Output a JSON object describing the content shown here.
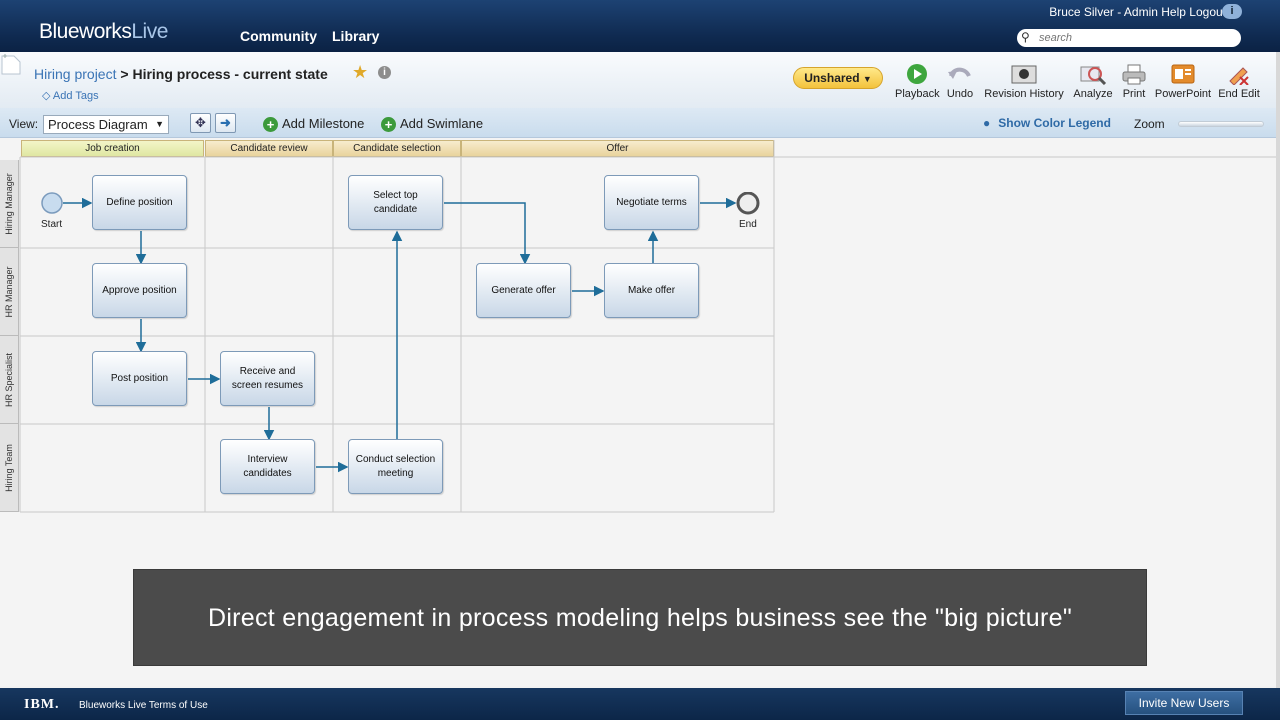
{
  "app": {
    "logo_main": "Blueworks",
    "logo_accent": "Live"
  },
  "topnav": {
    "community": "Community",
    "library": "Library"
  },
  "user": {
    "name": "Bruce Silver",
    "sep1": "-",
    "admin": "Admin",
    "help": "Help",
    "logout": "Logout"
  },
  "search": {
    "placeholder": "search"
  },
  "breadcrumb": {
    "project": "Hiring project",
    "sep": ">",
    "current": "Hiring process - current state"
  },
  "tags": {
    "label": "Add Tags"
  },
  "sharing": {
    "label": "Unshared"
  },
  "toolbar": [
    {
      "label": "Playback",
      "icon": "play-icon"
    },
    {
      "label": "Undo",
      "icon": "undo-icon"
    },
    {
      "label": "Revision History",
      "icon": "revision-history-icon"
    },
    {
      "label": "Analyze",
      "icon": "analyze-icon"
    },
    {
      "label": "Print",
      "icon": "print-icon"
    },
    {
      "label": "PowerPoint",
      "icon": "powerpoint-icon"
    },
    {
      "label": "End Edit",
      "icon": "end-edit-icon"
    }
  ],
  "viewbar": {
    "view_label": "View:",
    "view_value": "Process Diagram",
    "add_milestone": "Add Milestone",
    "add_swimlane": "Add Swimlane",
    "color_legend": "Show Color Legend",
    "zoom_label": "Zoom"
  },
  "diagram": {
    "milestones": [
      "Job creation",
      "Candidate review",
      "Candidate selection",
      "Offer"
    ],
    "lanes": [
      "Hiring Manager",
      "HR Manager",
      "HR Specialist",
      "Hiring Team"
    ],
    "tasks": [
      {
        "label": "Define position"
      },
      {
        "label": "Approve position"
      },
      {
        "label": "Post position"
      },
      {
        "label": "Receive and screen resumes"
      },
      {
        "label": "Interview candidates"
      },
      {
        "label": "Conduct selection meeting"
      },
      {
        "label": "Select top candidate"
      },
      {
        "label": "Generate offer"
      },
      {
        "label": "Make offer"
      },
      {
        "label": "Negotiate terms"
      }
    ],
    "start_label": "Start",
    "end_label": "End"
  },
  "caption": "Direct engagement in process modeling helps business see the \"big picture\"",
  "footer": {
    "ibm": "IBM.",
    "terms": "Blueworks Live Terms of Use",
    "invite": "Invite New Users"
  },
  "colors": {
    "header": "#0f2a50",
    "link": "#3a74b5",
    "accent": "#f3c23c",
    "task": "#c8d7e7",
    "flow": "#1f6d99"
  }
}
